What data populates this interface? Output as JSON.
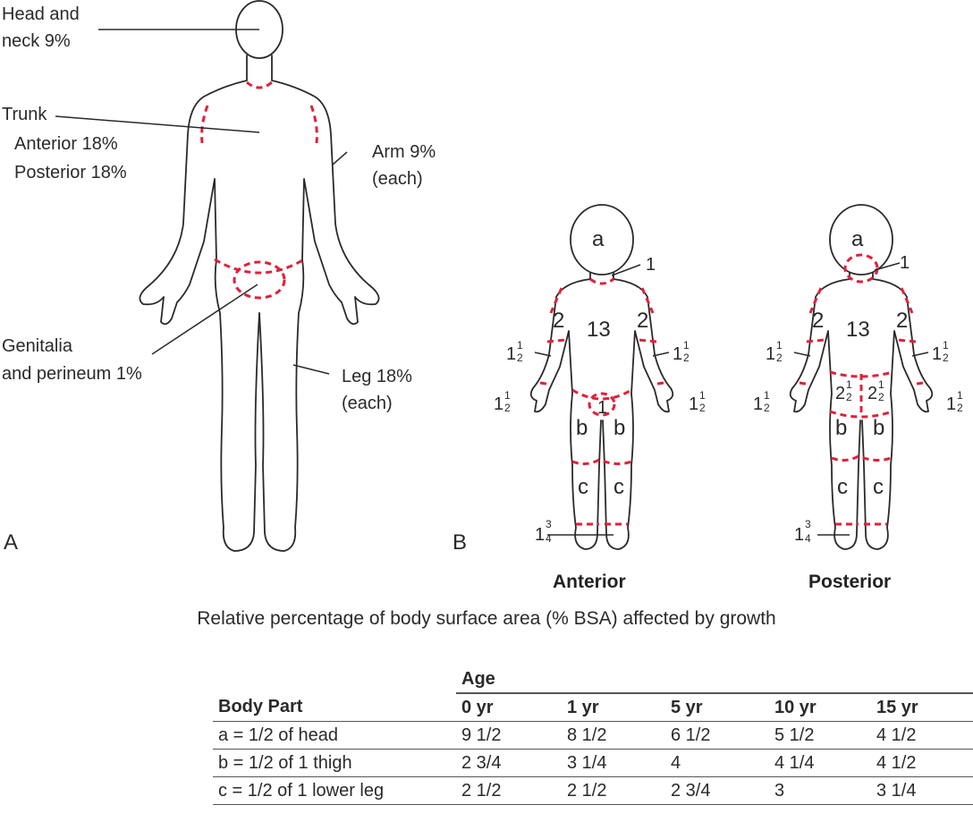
{
  "figure": {
    "panel_a_letter": "A",
    "panel_b_letter": "B",
    "adult_labels": {
      "head_neck_line1": "Head and",
      "head_neck_line2": "neck 9%",
      "trunk": "Trunk",
      "anterior": "Anterior 18%",
      "posterior": "Posterior 18%",
      "arm_line1": "Arm 9%",
      "arm_line2": "(each)",
      "genitalia_line1": "Genitalia",
      "genitalia_line2": "and perineum 1%",
      "leg_line1": "Leg 18%",
      "leg_line2": "(each)"
    },
    "child_anterior": {
      "title": "Anterior",
      "head": "a",
      "neck": "1",
      "trunk": "13",
      "upper_arm": "2",
      "genital": "1",
      "thigh": "b",
      "lower_leg": "c"
    },
    "child_posterior": {
      "title": "Posterior",
      "head": "a",
      "neck": "1",
      "trunk": "13",
      "upper_arm": "2",
      "thigh": "b",
      "lower_leg": "c"
    },
    "fractions": {
      "one_half_whole": "1",
      "half_num": "1",
      "half_den": "2",
      "two_half_whole": "2",
      "three_quarter_whole": "1",
      "quarter_num": "3",
      "quarter_den": "4"
    }
  },
  "caption": "Relative percentage of body surface area (% BSA) affected by growth",
  "table": {
    "group_header": "Age",
    "columns": [
      "Body Part",
      "0 yr",
      "1 yr",
      "5 yr",
      "10 yr",
      "15 yr"
    ],
    "rows": [
      [
        "a = 1/2 of head",
        "9 1/2",
        "8 1/2",
        "6 1/2",
        "5 1/2",
        "4 1/2"
      ],
      [
        "b = 1/2 of 1 thigh",
        "2 3/4",
        "3 1/4",
        "4",
        "4 1/4",
        "4 1/2"
      ],
      [
        "c = 1/2 of 1 lower leg",
        "2 1/2",
        "2 1/2",
        "2 3/4",
        "3",
        "3 1/4"
      ]
    ]
  },
  "colors": {
    "boundary": "#e0203a",
    "ink": "#2a2a2a"
  }
}
